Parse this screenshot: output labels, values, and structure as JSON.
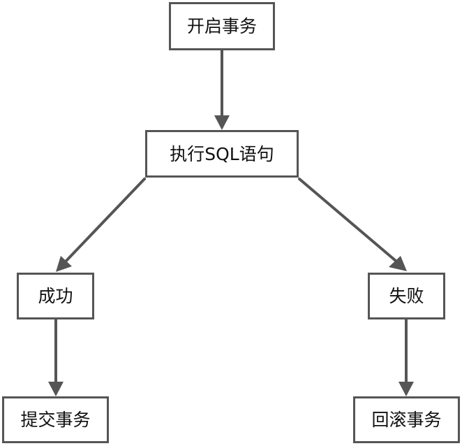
{
  "diagram": {
    "nodes": {
      "start": "开启事务",
      "exec": "执行SQL语句",
      "success": "成功",
      "failure": "失败",
      "commit": "提交事务",
      "rollback": "回滚事务"
    },
    "edges": [
      {
        "from": "start",
        "to": "exec"
      },
      {
        "from": "exec",
        "to": "success"
      },
      {
        "from": "exec",
        "to": "failure"
      },
      {
        "from": "success",
        "to": "commit"
      },
      {
        "from": "failure",
        "to": "rollback"
      }
    ],
    "colors": {
      "stroke": "#555555",
      "text": "#111111",
      "background": "#ffffff"
    }
  }
}
